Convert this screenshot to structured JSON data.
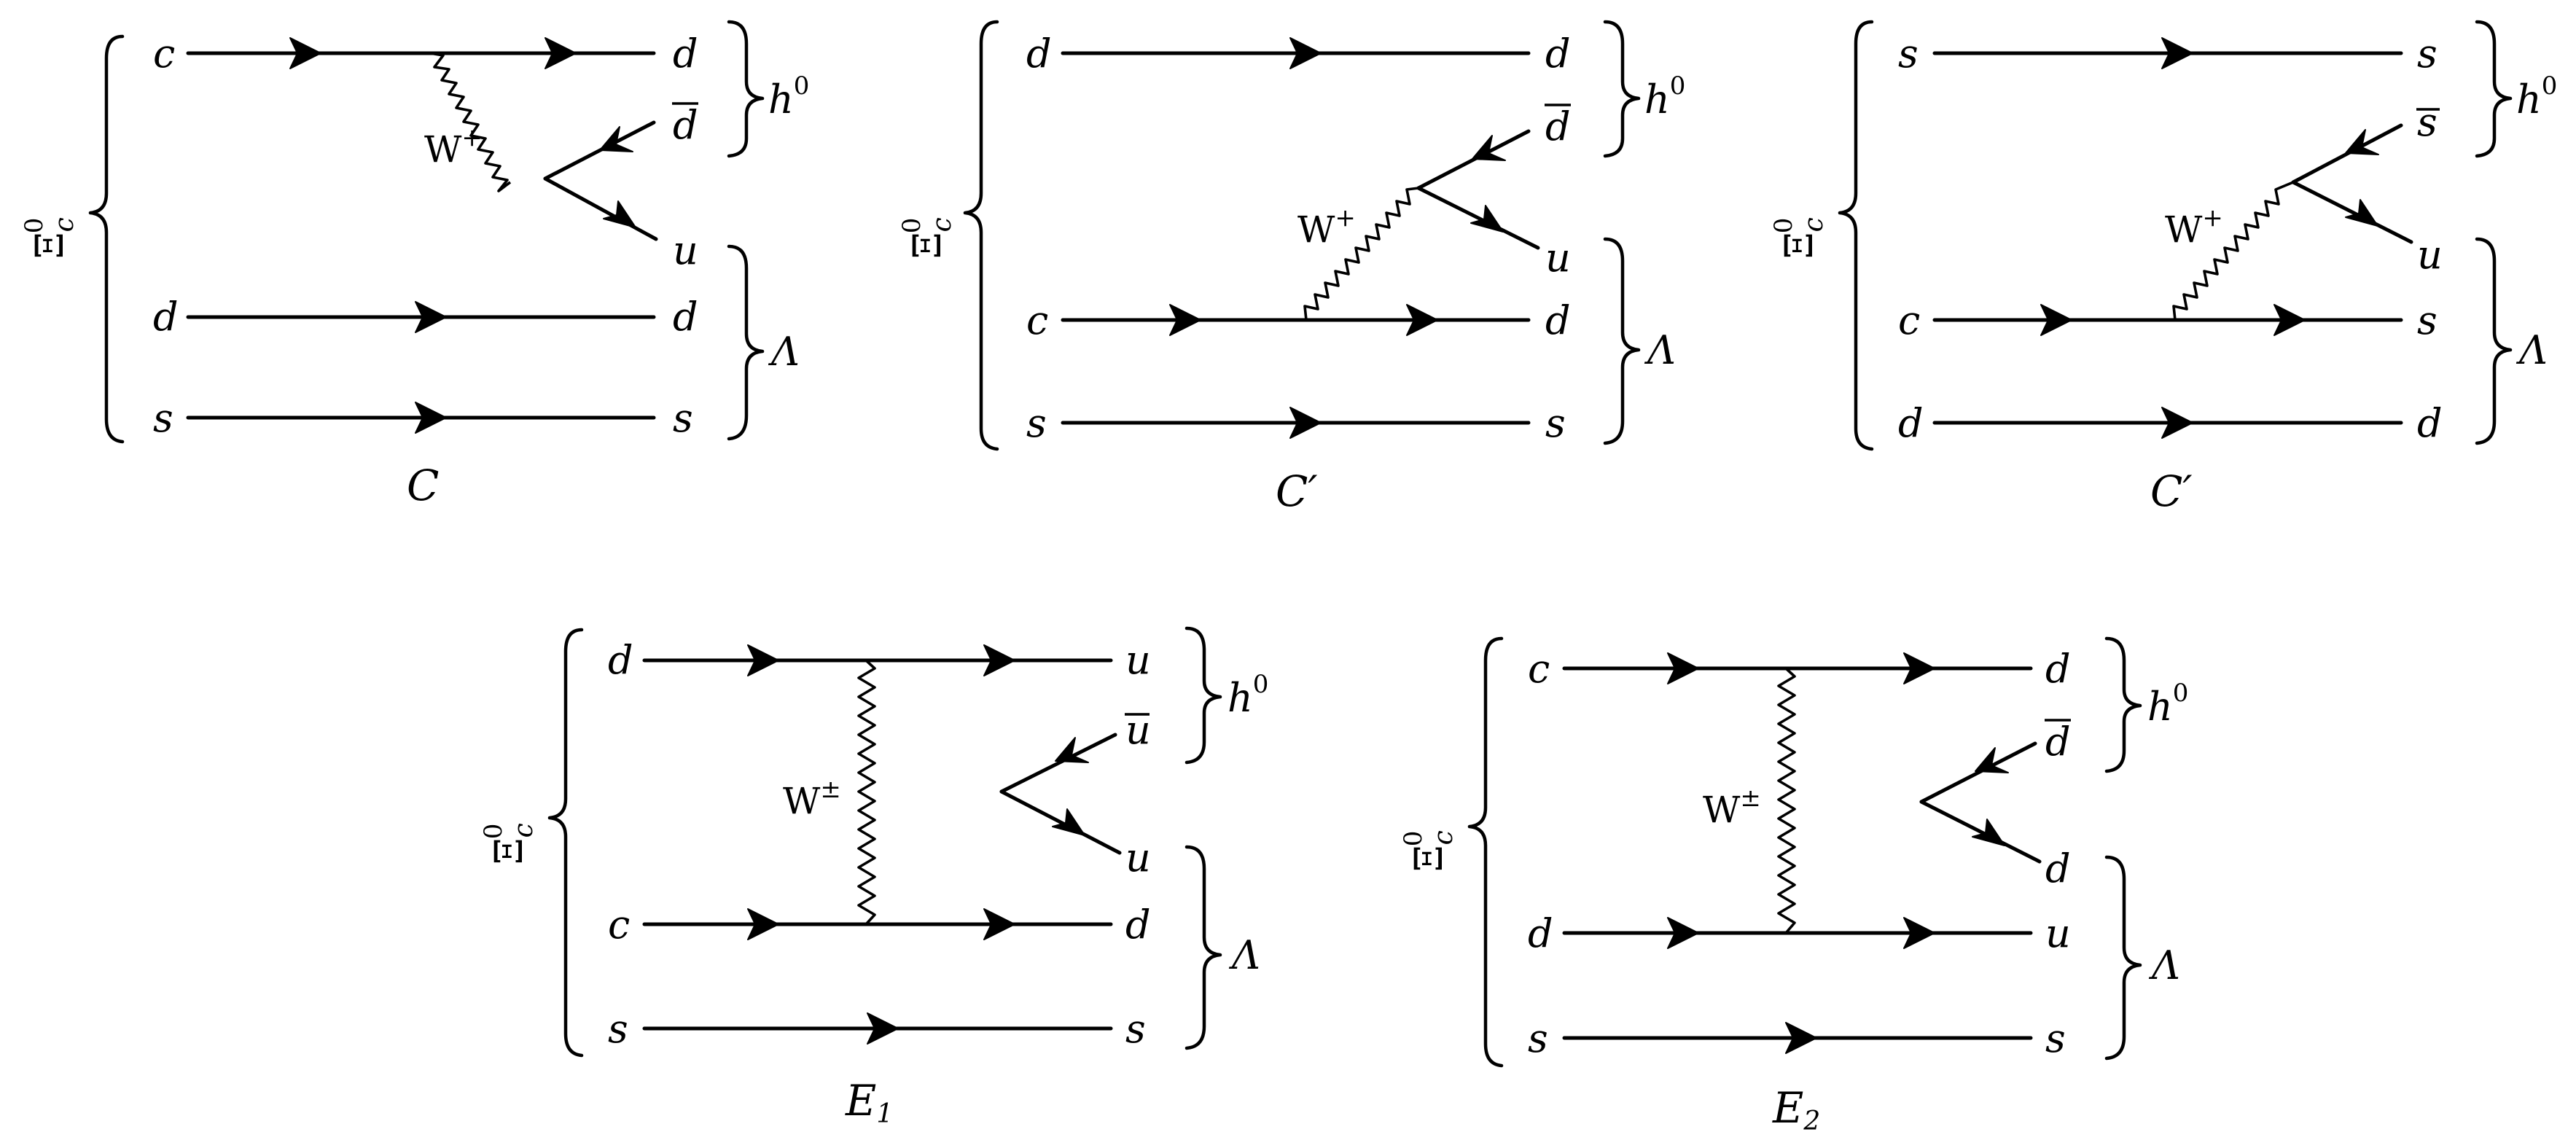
{
  "diagrams": [
    {
      "caption": "C",
      "caption_mark": "",
      "parent": {
        "symbol": "Ξ",
        "sub": "c",
        "sup": "0"
      },
      "meson": {
        "symbol": "h",
        "sup": "0"
      },
      "baryon": "Λ",
      "boson": {
        "symbol": "W",
        "sup": "+"
      },
      "quarks": {
        "in1": "c",
        "in2": "d",
        "in3": "s",
        "out1": "d",
        "out2": "d",
        "out3": "u",
        "out4": "d",
        "out5": "s"
      }
    },
    {
      "caption": "C",
      "caption_mark": "′",
      "parent": {
        "symbol": "Ξ",
        "sub": "c",
        "sup": "0"
      },
      "meson": {
        "symbol": "h",
        "sup": "0"
      },
      "baryon": "Λ",
      "boson": {
        "symbol": "W",
        "sup": "+"
      },
      "quarks": {
        "in1": "d",
        "in2": "c",
        "in3": "s",
        "out1": "d",
        "out2": "d",
        "out3": "u",
        "out4": "d",
        "out5": "s"
      }
    },
    {
      "caption": "C",
      "caption_mark": "′",
      "parent": {
        "symbol": "Ξ",
        "sub": "c",
        "sup": "0"
      },
      "meson": {
        "symbol": "h",
        "sup": "0"
      },
      "baryon": "Λ",
      "boson": {
        "symbol": "W",
        "sup": "+"
      },
      "quarks": {
        "in1": "s",
        "in2": "c",
        "in3": "d",
        "out1": "s",
        "out2": "s",
        "out3": "u",
        "out4": "s",
        "out5": "d"
      }
    },
    {
      "caption": "E",
      "caption_sub": "1",
      "parent": {
        "symbol": "Ξ",
        "sub": "c",
        "sup": "0"
      },
      "meson": {
        "symbol": "h",
        "sup": "0"
      },
      "baryon": "Λ",
      "boson": {
        "symbol": "W",
        "sup": "±"
      },
      "quarks": {
        "in1": "d",
        "in2": "c",
        "in3": "s",
        "out1": "u",
        "out2": "u",
        "out3": "u",
        "out4": "d",
        "out5": "s"
      }
    },
    {
      "caption": "E",
      "caption_sub": "2",
      "parent": {
        "symbol": "Ξ",
        "sub": "c",
        "sup": "0"
      },
      "meson": {
        "symbol": "h",
        "sup": "0"
      },
      "baryon": "Λ",
      "boson": {
        "symbol": "W",
        "sup": "±"
      },
      "quarks": {
        "in1": "c",
        "in2": "d",
        "in3": "s",
        "out1": "d",
        "out2": "d",
        "out3": "d",
        "out4": "u",
        "out5": "s"
      }
    }
  ]
}
